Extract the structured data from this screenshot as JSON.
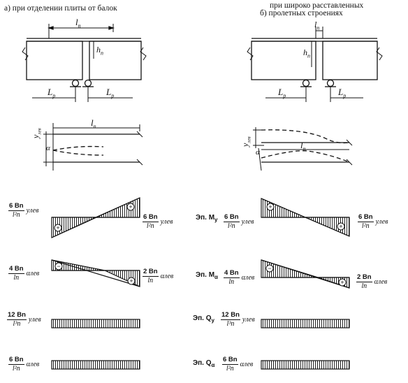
{
  "titles": {
    "a": "а)  при отделении плиты от балок",
    "b1": "при широко расставленных",
    "b2": "б)  пролетных строениях"
  },
  "dims": {
    "ln": "l",
    "ln_sub": "n",
    "hn": "h",
    "hn_sub": "n",
    "lp": "L",
    "lp_sub": "p",
    "ylev": "y",
    "ylev_sub": "лев",
    "alpha": "α"
  },
  "rows": {
    "my": {
      "label": "Эп. M",
      "label_sub": "y",
      "left_num": "6 Bn",
      "left_den": "l²n",
      "left_tail": "yлев",
      "right_a_num": "6 Bn",
      "right_a_den": "l²n",
      "right_a_tail": "yлев",
      "right_b_num": "6 Bn",
      "right_b_den": "l²n",
      "right_b_tail": "yлев"
    },
    "ma": {
      "label": "Эп. M",
      "label_sub": "α",
      "left_num": "4 Bn",
      "left_den": "ln",
      "left_tail": "αлев",
      "right_a_num": "2 Bn",
      "right_a_den": "ln",
      "right_a_tail": "αлев",
      "right_b_num": "2 Bn",
      "right_b_den": "ln",
      "right_b_tail": "αлев"
    },
    "qy": {
      "label": "Эп. Q",
      "label_sub": "y",
      "left_num": "12 Bn",
      "left_den": "l³n",
      "left_tail": "yлев"
    },
    "qa": {
      "label": "Эп. Q",
      "label_sub": "α",
      "left_num": "6 Bn",
      "left_den": "l²n",
      "left_tail": "αлев"
    }
  },
  "signs": {
    "plus": "+",
    "minus": "−"
  }
}
